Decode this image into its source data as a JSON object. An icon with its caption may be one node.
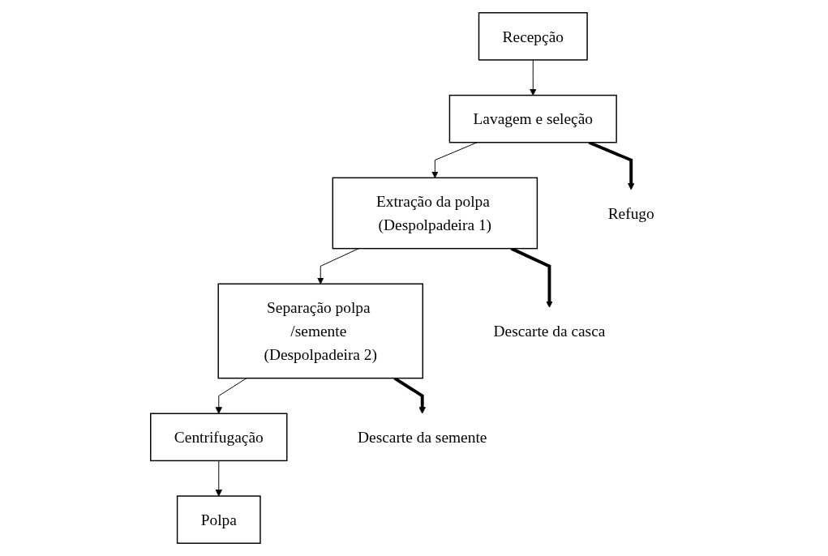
{
  "diagram": {
    "nodes": [
      {
        "text": [
          "Recepção"
        ]
      },
      {
        "text": [
          "Lavagem e seleção"
        ]
      },
      {
        "text": [
          "Extração da polpa (Despolpadeira 1)"
        ]
      },
      {
        "text": [
          "Separação polpa /semente (Despolpadeira 2)"
        ]
      },
      {
        "text": [
          "Centrifugação"
        ]
      },
      {
        "text": [
          "Polpa"
        ]
      },
      {
        "text": [
          "Refugo"
        ]
      },
      {
        "text": [
          "Descarte da casca"
        ]
      },
      {
        "text": [
          "Descarte da semente"
        ]
      }
    ],
    "edges": [
      {
        "from": 0,
        "to": 1,
        "arrow": "to"
      },
      {
        "from": 1,
        "to": 2,
        "arrow": "to"
      },
      {
        "from": 1,
        "to": 6,
        "arrow": "to",
        "style": "thick"
      },
      {
        "from": 2,
        "to": 3,
        "arrow": "to"
      },
      {
        "from": 2,
        "to": 7,
        "arrow": "to",
        "style": "thick"
      },
      {
        "from": 3,
        "to": 4,
        "arrow": "to"
      },
      {
        "from": 3,
        "to": 8,
        "arrow": "to",
        "style": "thick"
      },
      {
        "from": 4,
        "to": 5,
        "arrow": "to"
      }
    ]
  }
}
